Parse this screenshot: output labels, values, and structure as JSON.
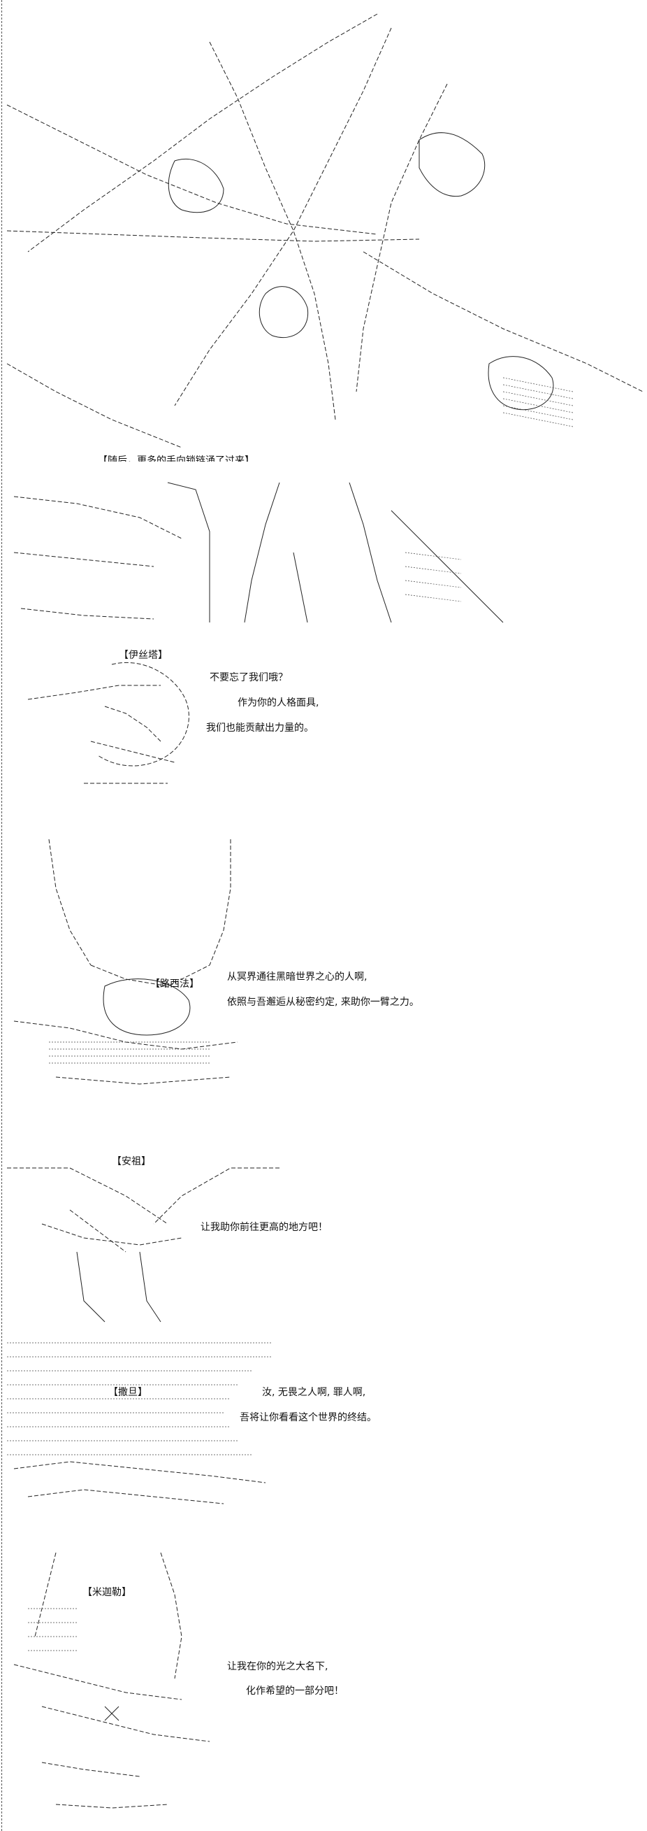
{
  "scene1": {
    "caption": "【随后，更多的手向锁链涌了过来】"
  },
  "scene2": {
    "speaker": "【伊丝塔】",
    "lines": [
      "不要忘了我们哦？",
      "作为你的人格面具,",
      "我们也能贡献出力量的。"
    ]
  },
  "scene3": {
    "speaker": "【路西法】",
    "lines": [
      "从冥界通往黑暗世界之心的人啊,",
      "依照与吾邂逅从秘密约定, 来助你一臂之力。"
    ]
  },
  "scene4": {
    "speaker": "【安祖】",
    "lines": [
      "让我助你前往更高的地方吧！"
    ]
  },
  "scene5": {
    "speaker": "【撒旦】",
    "lines": [
      "汝, 无畏之人啊, 罪人啊,",
      "吾将让你看看这个世界的终结。"
    ]
  },
  "scene6": {
    "speaker": "【米迦勒】",
    "lines": [
      "让我在你的光之大名下,",
      "化作希望的一部分吧！"
    ]
  }
}
